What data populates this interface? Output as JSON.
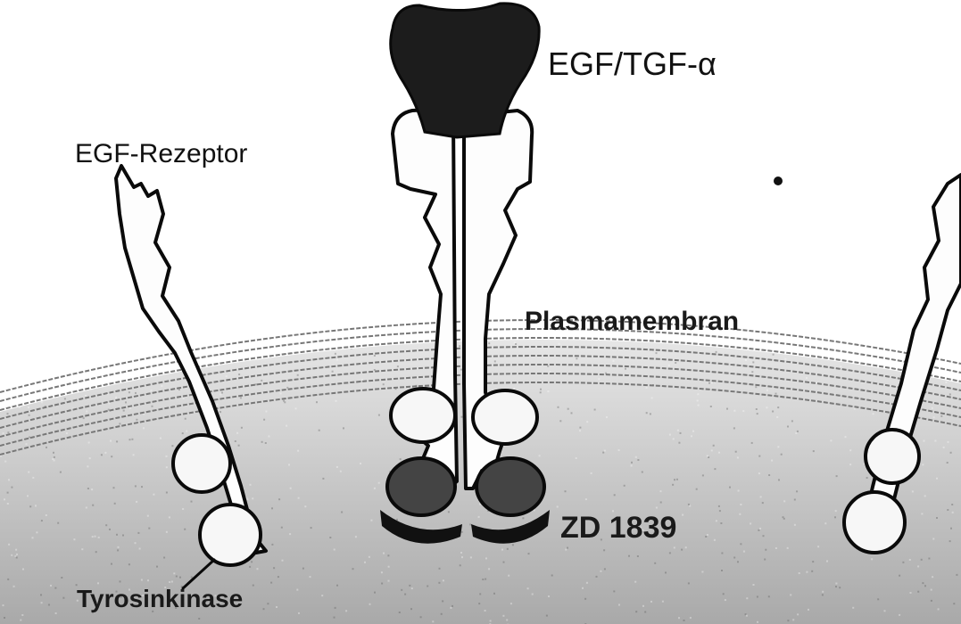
{
  "labels": {
    "ligand": "EGF/TGF-α",
    "receptor": "EGF-Rezeptor",
    "membrane": "Plasmamembran",
    "drug": "ZD 1839",
    "kinase": "Tyrosinkinase"
  },
  "colors": {
    "background": "#ffffff",
    "cytoplasm": "#c4c4c4",
    "membrane_lines": "#777777",
    "ligand": "#1c1c1c",
    "kinase_inhibited": "#444444",
    "inhibitor": "#111111",
    "receptor_fill": "#fdfdfd",
    "outline": "#0a0a0a"
  }
}
